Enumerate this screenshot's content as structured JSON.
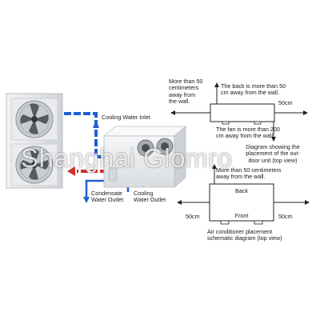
{
  "left_diagram": {
    "cooling_water_inlet": "Cooling Water Inlet",
    "condensate_water_outlet": "Condensate\nWater Outlet",
    "cooling_water_outlet": "Cooling\nWater Outlet"
  },
  "side_view": {
    "top_left_note": "More than 50\ncentimeters\naway from\nthe wall.",
    "back_note": "The back is more than 50\ncm away from the wall.",
    "right_distance": "50cm",
    "fan_note": "The fan is more than 200\ncm away from the wall.",
    "caption": "Diagram showing the\nplacement of the out-\ndoor unit (top view)"
  },
  "placement_view": {
    "top_note": "More than 50 centimeters\naway from the wall.",
    "back_label": "Back",
    "front_label": "Front",
    "left_distance": "50cm",
    "right_distance": "50cm",
    "caption": "Air conditioner placement\nschematic diagram (top view)"
  },
  "watermark": "Shanghai Glomro",
  "colors": {
    "cooling_pipe": "#1f5fd6",
    "hot_pipe": "#d0302a",
    "unit_body": "#e4e6e9",
    "line": "#222222"
  }
}
